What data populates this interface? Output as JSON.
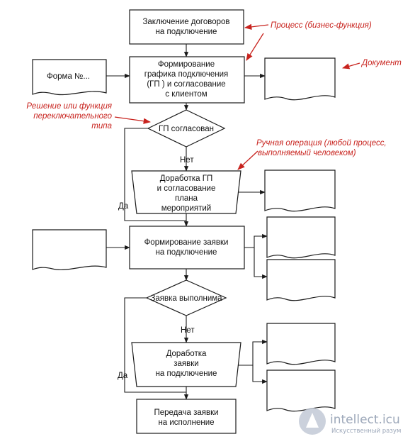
{
  "process": {
    "p1": [
      "Заключение договоров",
      "на подключение"
    ],
    "p2": [
      "Формирование",
      "графика подключения",
      "(ГП ) и согласование",
      "с клиентом"
    ],
    "p3": [
      "Формирование заявки",
      "на подключение"
    ],
    "p4": [
      "Передача заявки",
      "на исполнение"
    ]
  },
  "decision": {
    "d1": "ГП согласован",
    "d2": "Заявка выполнима"
  },
  "manual": {
    "m1": [
      "Доработка ГП",
      "и согласование",
      "плана",
      "мероприятий"
    ],
    "m2": [
      "Доработка",
      "заявки",
      "на подключение"
    ]
  },
  "documents": {
    "form": "Форма №..."
  },
  "branches": {
    "no1": "Нет",
    "yes1": "Да",
    "no2": "Нет",
    "yes2": "Да"
  },
  "annotations": {
    "process": "Процесс (бизнес-функция)",
    "document": "Документ",
    "decision": [
      "Решение или функция",
      "переключательного",
      "типа"
    ],
    "manual": [
      "Ручная операция (любой процесс,",
      "выполняемый человеком)"
    ]
  },
  "watermark": {
    "site": "intellect.icu",
    "tagline": "Искусственный разум",
    "colors": {
      "text": "#8b98ad"
    }
  },
  "colors": {
    "line": "#1a1a1a",
    "annotation": "#c8231e",
    "background": "#ffffff"
  }
}
